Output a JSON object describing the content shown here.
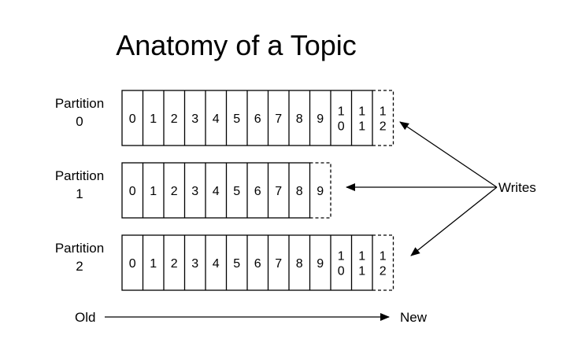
{
  "title": "Anatomy of a Topic",
  "partitions": [
    {
      "label_line1": "Partition",
      "label_line2": "0",
      "offsets": [
        "0",
        "1",
        "2",
        "3",
        "4",
        "5",
        "6",
        "7",
        "8",
        "9",
        "10",
        "11"
      ],
      "next_offset": "12"
    },
    {
      "label_line1": "Partition",
      "label_line2": "1",
      "offsets": [
        "0",
        "1",
        "2",
        "3",
        "4",
        "5",
        "6",
        "7",
        "8"
      ],
      "next_offset": "9"
    },
    {
      "label_line1": "Partition",
      "label_line2": "2",
      "offsets": [
        "0",
        "1",
        "2",
        "3",
        "4",
        "5",
        "6",
        "7",
        "8",
        "9",
        "10",
        "11"
      ],
      "next_offset": "12"
    }
  ],
  "writes_label": "Writes",
  "old_label": "Old",
  "new_label": "New",
  "colors": {
    "stroke": "#000000",
    "background": "#ffffff"
  }
}
